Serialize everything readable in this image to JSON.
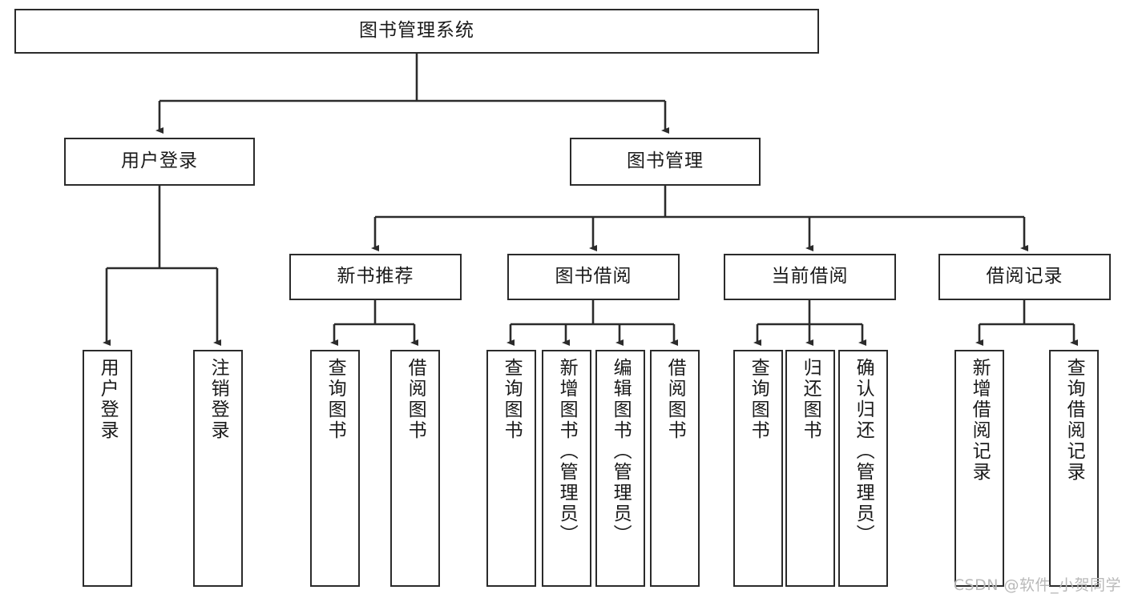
{
  "diagram": {
    "type": "tree-hierarchy-diagram",
    "title": "图书管理系统",
    "watermark": "CSDN @软件_小贺同学",
    "colors": {
      "border": "#2b2b2b",
      "background": "#ffffff",
      "text": "#1a1a1a",
      "watermark": "#b9b9b9"
    },
    "nodes": {
      "root": {
        "label": "图书管理系统"
      },
      "level1": [
        {
          "label": "用户登录"
        },
        {
          "label": "图书管理"
        }
      ],
      "level2": [
        {
          "label": "新书推荐"
        },
        {
          "label": "图书借阅"
        },
        {
          "label": "当前借阅"
        },
        {
          "label": "借阅记录"
        }
      ],
      "leaves_user_login": [
        {
          "label": "用户登录"
        },
        {
          "label": "注销登录"
        }
      ],
      "leaves_new_book": [
        {
          "label": "查询图书"
        },
        {
          "label": "借阅图书"
        }
      ],
      "leaves_borrow": [
        {
          "label": "查询图书"
        },
        {
          "label": "新增图书（管理员）"
        },
        {
          "label": "编辑图书（管理员）"
        },
        {
          "label": "借阅图书"
        }
      ],
      "leaves_current": [
        {
          "label": "查询图书"
        },
        {
          "label": "归还图书"
        },
        {
          "label": "确认归还（管理员）"
        }
      ],
      "leaves_records": [
        {
          "label": "新增借阅记录"
        },
        {
          "label": "查询借阅记录"
        }
      ]
    }
  }
}
